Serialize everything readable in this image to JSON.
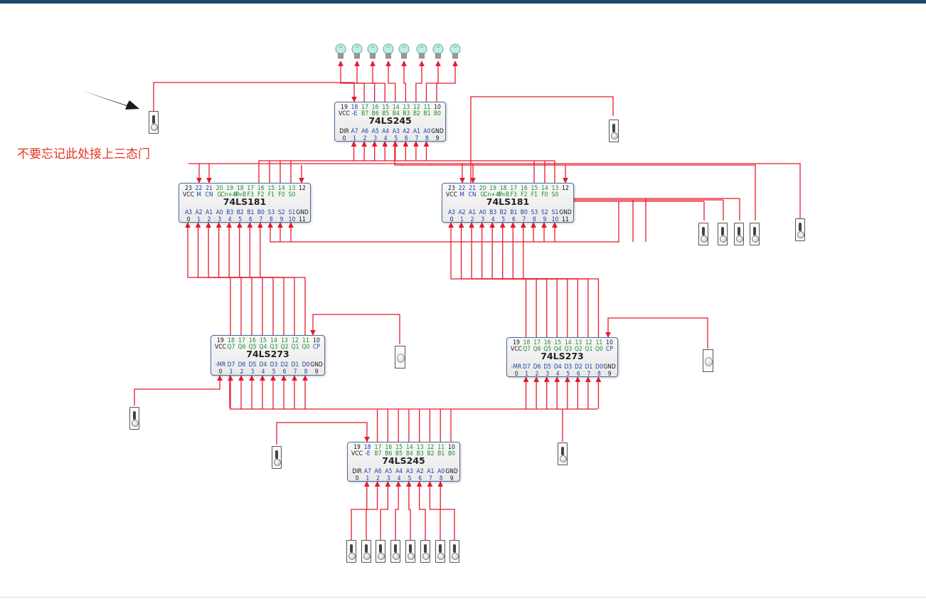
{
  "note": "不要忘记此处接上三态门",
  "chips": [
    {
      "id": "chip-245-top",
      "name": "74LS245",
      "top_pins": [
        "19",
        "18",
        "17",
        "16",
        "15",
        "14",
        "13",
        "12",
        "11",
        "10"
      ],
      "top_labels": [
        "VCC",
        "-E",
        "B7",
        "B6",
        "B5",
        "B4",
        "B3",
        "B2",
        "B1",
        "B0"
      ],
      "bottom_labels": [
        "DIR",
        "A7",
        "A6",
        "A5",
        "A4",
        "A3",
        "A2",
        "A1",
        "A0",
        "GND"
      ],
      "bottom_pins": [
        "0",
        "1",
        "2",
        "3",
        "4",
        "5",
        "6",
        "7",
        "8",
        "9"
      ]
    },
    {
      "id": "chip-181-left",
      "name": "74LS181",
      "top_pins": [
        "23",
        "22",
        "21",
        "20",
        "19",
        "18",
        "17",
        "16",
        "15",
        "14",
        "13",
        "12"
      ],
      "top_labels": [
        "VCC",
        "M",
        "CN",
        "G",
        "Cn+4P",
        "A=B",
        "F3",
        "F2",
        "F1",
        "F0",
        "S0"
      ],
      "bottom_labels": [
        "A3",
        "A2",
        "A1",
        "A0",
        "B3",
        "B2",
        "B1",
        "B0",
        "S3",
        "S2",
        "S1",
        "GND"
      ],
      "bottom_pins": [
        "0",
        "1",
        "2",
        "3",
        "4",
        "5",
        "6",
        "7",
        "8",
        "9",
        "10",
        "11"
      ]
    },
    {
      "id": "chip-181-right",
      "name": "74LS181",
      "top_pins": [
        "23",
        "22",
        "21",
        "20",
        "19",
        "18",
        "17",
        "16",
        "15",
        "14",
        "13",
        "12"
      ],
      "top_labels": [
        "VCC",
        "M",
        "CN",
        "G",
        "Cn+4P",
        "A=B",
        "F3",
        "F2",
        "F1",
        "F0",
        "S0"
      ],
      "bottom_labels": [
        "A3",
        "A2",
        "A1",
        "A0",
        "B3",
        "B2",
        "B1",
        "B0",
        "S3",
        "S2",
        "S1",
        "GND"
      ],
      "bottom_pins": [
        "0",
        "1",
        "2",
        "3",
        "4",
        "5",
        "6",
        "7",
        "8",
        "9",
        "10",
        "11"
      ]
    },
    {
      "id": "chip-273-left",
      "name": "74LS273",
      "top_pins": [
        "19",
        "18",
        "17",
        "16",
        "15",
        "14",
        "13",
        "12",
        "11",
        "10"
      ],
      "top_labels": [
        "VCC",
        "Q7",
        "Q6",
        "Q5",
        "Q4",
        "Q3",
        "Q2",
        "Q1",
        "Q0",
        "CP"
      ],
      "bottom_labels": [
        "-MR",
        "D7",
        "D6",
        "D5",
        "D4",
        "D3",
        "D2",
        "D1",
        "D0",
        "GND"
      ],
      "bottom_pins": [
        "0",
        "1",
        "2",
        "3",
        "4",
        "5",
        "6",
        "7",
        "8",
        "9"
      ]
    },
    {
      "id": "chip-273-right",
      "name": "74LS273",
      "top_pins": [
        "19",
        "18",
        "17",
        "16",
        "15",
        "14",
        "13",
        "12",
        "11",
        "10"
      ],
      "top_labels": [
        "VCC",
        "Q7",
        "Q6",
        "Q5",
        "Q4",
        "Q3",
        "Q2",
        "Q1",
        "Q0",
        "CP"
      ],
      "bottom_labels": [
        "-MR",
        "D7",
        "D6",
        "D5",
        "D4",
        "D3",
        "D2",
        "D1",
        "D0",
        "GND"
      ],
      "bottom_pins": [
        "0",
        "1",
        "2",
        "3",
        "4",
        "5",
        "6",
        "7",
        "8",
        "9"
      ]
    },
    {
      "id": "chip-245-bottom",
      "name": "74LS245",
      "top_pins": [
        "19",
        "18",
        "17",
        "16",
        "15",
        "14",
        "13",
        "12",
        "11",
        "10"
      ],
      "top_labels": [
        "VCC",
        "-E",
        "B7",
        "B6",
        "B5",
        "B4",
        "B3",
        "B2",
        "B1",
        "B0"
      ],
      "bottom_labels": [
        "DIR",
        "A7",
        "A6",
        "A5",
        "A4",
        "A3",
        "A2",
        "A1",
        "A0",
        "GND"
      ],
      "bottom_pins": [
        "0",
        "1",
        "2",
        "3",
        "4",
        "5",
        "6",
        "7",
        "8",
        "9"
      ]
    }
  ],
  "colors": {
    "wire": "#e8192c",
    "topbar": "#1e4a6e",
    "chip_border": "#4a6fa0",
    "pin_blue": "#1a3fa8",
    "pin_green": "#1a8a2a",
    "note_text": "#e2341d",
    "bulb_glass": "#bfeee4"
  }
}
